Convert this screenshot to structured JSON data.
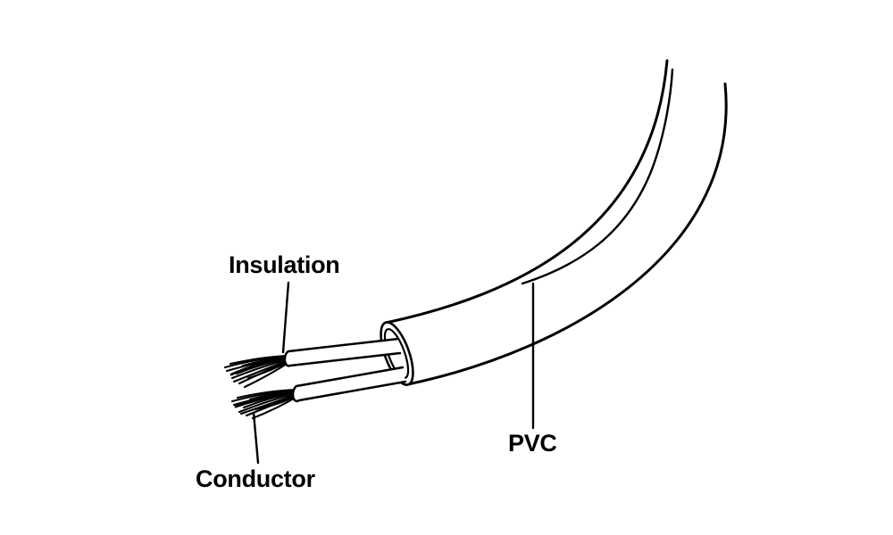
{
  "diagram": {
    "labels": {
      "insulation": "Insulation",
      "conductor": "Conductor",
      "pvc": "PVC"
    },
    "colors": {
      "background": "#ffffff",
      "line": "#000000",
      "text": "#000000"
    }
  }
}
